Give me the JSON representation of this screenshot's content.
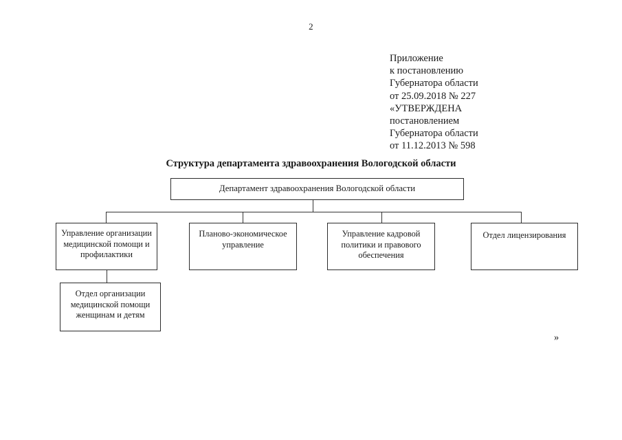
{
  "page": {
    "number": "2",
    "closing_quote": "»"
  },
  "appendix_header": {
    "lines": [
      "Приложение",
      "к постановлению",
      "Губернатора области",
      "от 25.09.2018 № 227",
      "«УТВЕРЖДЕНА",
      "постановлением",
      "Губернатора области",
      "от 11.12.2013 № 598"
    ]
  },
  "document": {
    "title": "Структура департамента здравоохранения Вологодской области"
  },
  "org_chart": {
    "root": {
      "label": "Департамент здравоохранения Вологодской области"
    },
    "departments": [
      {
        "label": "Управление организации медицинской помощи и профилактики"
      },
      {
        "label": "Планово-экономическое управление"
      },
      {
        "label": "Управление кадровой политики и правового обеспечения"
      },
      {
        "label": "Отдел лицензирования"
      }
    ],
    "subdivisions": [
      {
        "parent": "Управление организации медицинской помощи и профилактики",
        "label": "Отдел организации медицинской помощи женщинам и детям"
      }
    ]
  },
  "colors": {
    "page_background": "#ffffff",
    "text": "#1a1a1a",
    "box_border": "#2b2b2b",
    "connector_line": "#333333"
  }
}
